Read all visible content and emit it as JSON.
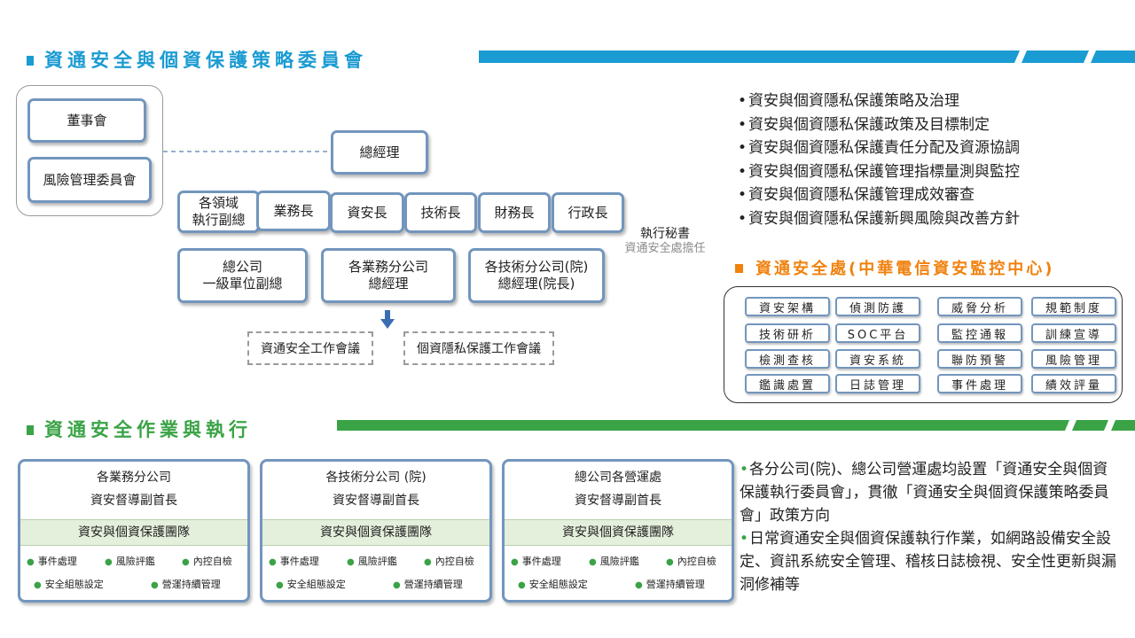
{
  "section1": {
    "title": "資通安全與個資保護策略委員會",
    "color": "#1a9bd2",
    "org": {
      "board": "董事會",
      "risk": "風險管理委員會",
      "gm": "總經理",
      "vp_line1": "各領域",
      "vp_line2": "執行副總",
      "officers": [
        "業務長",
        "資安長",
        "技術長",
        "財務長",
        "行政長"
      ],
      "secretary_title": "執行秘書",
      "secretary_note": "資通安全處擔任",
      "hq_line1": "總公司",
      "hq_line2": "一級單位副總",
      "biz_line1": "各業務分公司",
      "biz_line2": "總經理",
      "tech_line1": "各技術分公司(院)",
      "tech_line2": "總經理(院長)",
      "meeting1": "資通安全工作會議",
      "meeting2": "個資隱私保護工作會議"
    },
    "bullets": [
      "資安與個資隱私保護策略及治理",
      "資安與個資隱私保護政策及目標制定",
      "資安與個資隱私保護責任分配及資源協調",
      "資安與個資隱私保護管理指標量測與監控",
      "資安與個資隱私保護管理成效審查",
      "資安與個資隱私保護新興風險與改善方針"
    ]
  },
  "soc": {
    "title": "資通安全處(中華電信資安監控中心)",
    "color": "#f0820f",
    "tags": [
      "資安架構",
      "偵測防護",
      "威脅分析",
      "規範制度",
      "技術研析",
      "SOC平台",
      "監控通報",
      "訓練宣導",
      "檢測查核",
      "資安系統",
      "聯防預警",
      "風險管理",
      "鑑識處置",
      "日誌管理",
      "事件處理",
      "績效評量"
    ]
  },
  "section2": {
    "title": "資通安全作業與執行",
    "color": "#3aa346",
    "cards": [
      {
        "line1": "各業務分公司",
        "line2": "資安督導副首長",
        "team": "資安與個資保護團隊",
        "items": [
          "事件處理",
          "風險評鑑",
          "內控自檢",
          "安全組態設定",
          "營運持續管理"
        ]
      },
      {
        "line1": "各技術分公司 (院)",
        "line2": "資安督導副首長",
        "team": "資安與個資保護團隊",
        "items": [
          "事件處理",
          "風險評鑑",
          "內控自檢",
          "安全組態設定",
          "營運持續管理"
        ]
      },
      {
        "line1": "總公司各營運處",
        "line2": "資安督導副首長",
        "team": "資安與個資保護團隊",
        "items": [
          "事件處理",
          "風險評鑑",
          "內控自檢",
          "安全組態設定",
          "營運持續管理"
        ]
      }
    ],
    "notes": [
      "各分公司(院)、總公司營運處均設置「資通安全與個資保護執行委員會」，貫徹「資通安全與個資保護策略委員會」政策方向",
      "日常資通安全與個資保護執行作業，如網路設備安全設定、資訊系統安全管理、稽核日誌檢視、安全性更新與漏洞修補等"
    ]
  }
}
